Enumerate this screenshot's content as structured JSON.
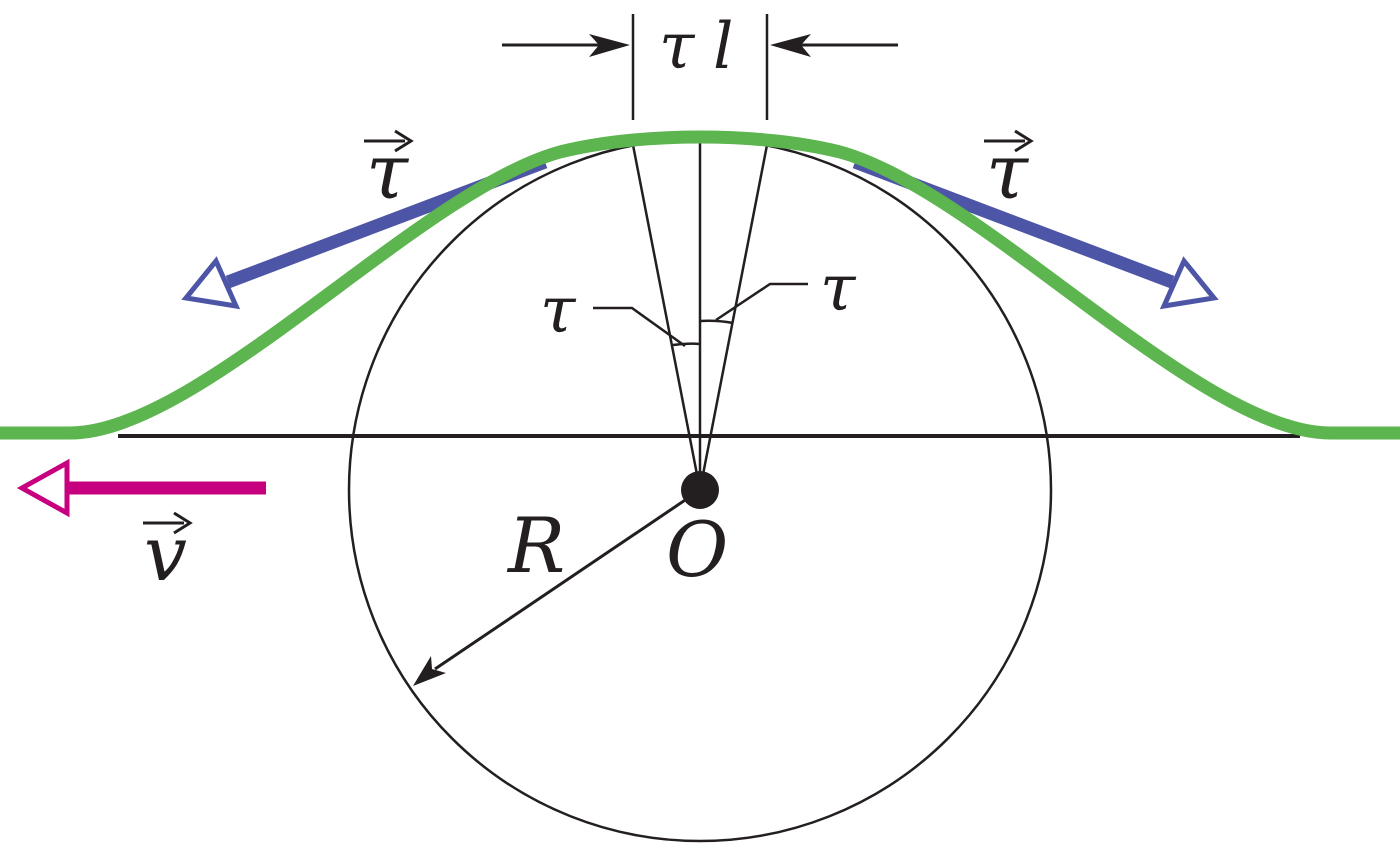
{
  "labels": {
    "tension_left": "τ",
    "tension_right": "τ",
    "velocity": "v",
    "radius": "R",
    "center": "O",
    "angle_left": "τ",
    "angle_right": "τ",
    "arc_length_tau": "τ",
    "arc_length_l": "l"
  },
  "colors": {
    "string": "#5cb54f",
    "tension": "#4d55a6",
    "velocity": "#c6007e",
    "line": "#231f20"
  }
}
